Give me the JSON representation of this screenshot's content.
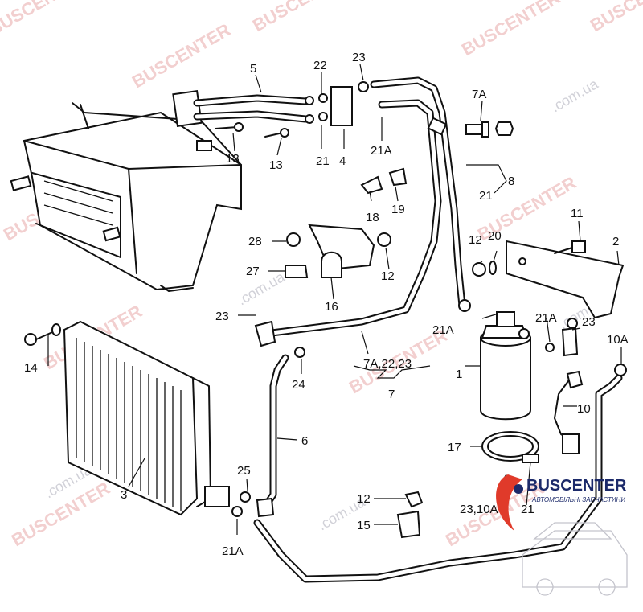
{
  "watermark": {
    "brand": "BUSCENTER",
    "domain": ".com.ua"
  },
  "logo": {
    "name": "BUSCENTER",
    "tagline": "АВТОМОБІЛЬНІ ЗАПЧАСТИНИ"
  },
  "callouts": {
    "c1": "1",
    "c2": "2",
    "c3": "3",
    "c4": "4",
    "c5": "5",
    "c6": "6",
    "c7": "7",
    "c7sub": "7A,22,23",
    "c7a": "7A",
    "c8": "8",
    "c10": "10",
    "c10a": "10A",
    "c11": "11",
    "c12a": "12",
    "c12b": "12",
    "c12c": "12",
    "c13a": "13",
    "c13b": "13",
    "c14": "14",
    "c15": "15",
    "c16": "16",
    "c17": "17",
    "c18": "18",
    "c19": "19",
    "c20": "20",
    "c21a": "21",
    "c21b": "21",
    "c21c": "21",
    "c21A_1": "21A",
    "c21A_2": "21A",
    "c21A_3": "21A",
    "c21A_4": "21A",
    "c22": "22",
    "c23a": "23",
    "c23b": "23",
    "c23c": "23",
    "c23_10A": "23,10A",
    "c24": "24",
    "c25": "25",
    "c27": "27",
    "c28": "28"
  },
  "colors": {
    "lines": "#111111",
    "watermark": "#e8a8a8",
    "logo": "#1c2a6a",
    "logo_accent": "#e03a2a"
  }
}
